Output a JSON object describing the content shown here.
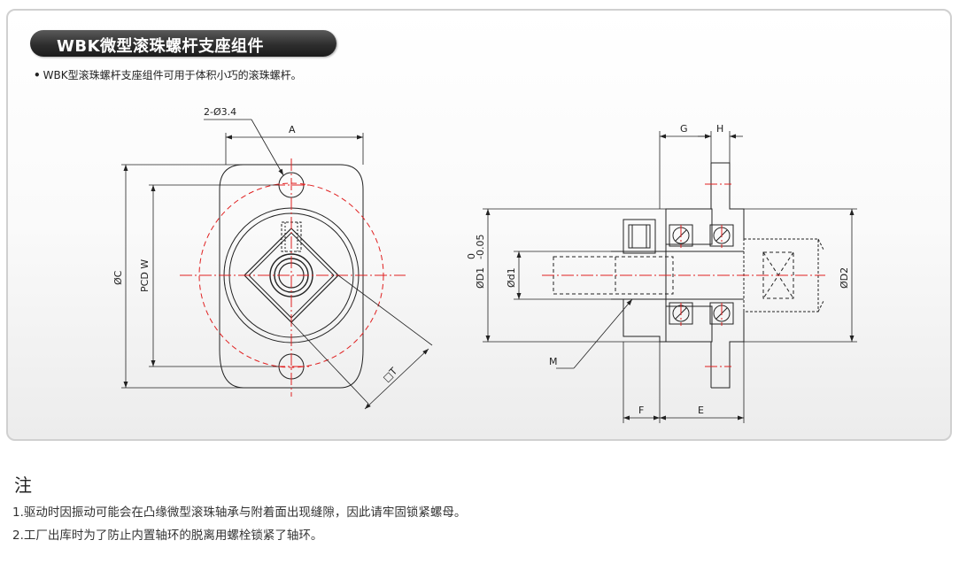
{
  "header": {
    "title": "WBK微型滚珠螺杆支座组件",
    "subtitle": "WBK型滚珠螺杆支座组件可用于体积小巧的滚珠螺杆。"
  },
  "front_view": {
    "hole_label": "2-Ø3.4",
    "dim_a": "A",
    "dim_c": "ØC",
    "dim_pcd_w": "PCD W",
    "dim_t": "□T"
  },
  "side_view": {
    "dim_g": "G",
    "dim_h": "H",
    "dim_d1": "ØD1",
    "dim_d1_tolerance_upper": "0",
    "dim_d1_tolerance_lower": "-0.05",
    "dim_small_d1": "Ød1",
    "dim_d2": "ØD2",
    "dim_m": "M",
    "dim_f": "F",
    "dim_e": "E"
  },
  "notes": {
    "heading": "注",
    "items": [
      "1.驱动时因振动可能会在凸缘微型滚珠轴承与附着面出现缝隙，因此请牢固锁紧螺母。",
      "2.工厂出库时为了防止内置轴环的脱离用螺栓锁紧了轴环。"
    ]
  },
  "colors": {
    "centerline": "#e02020",
    "outline": "#222222",
    "title_bg": "#2e2e2e"
  }
}
